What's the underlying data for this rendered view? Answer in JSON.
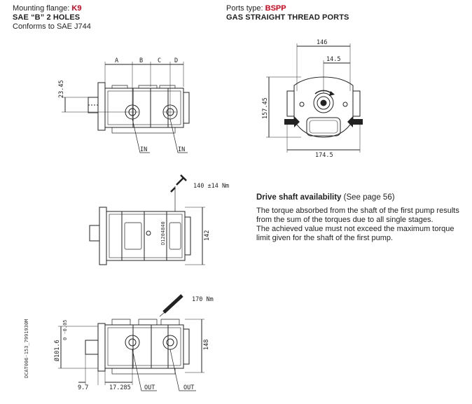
{
  "mounting": {
    "label": "Mounting flange:",
    "code": "K9",
    "flange": "SAE “B” 2 HOLES",
    "conforms": "Conforms to SAE J744"
  },
  "ports": {
    "label": "Ports type:",
    "code": "BSPP",
    "desc": "GAS STRAIGHT THREAD PORTS"
  },
  "drive": {
    "title": "Drive shaft availability",
    "see": "(See page 56)",
    "p1": "The torque absorbed from the shaft of the first pump results from the sum of the torques due to all single stages.",
    "p2": "The achieved value must not exceed the maximum torque limit given for the shaft of the first pump."
  },
  "diagram": {
    "dims_top": {
      "A": "A",
      "B": "B",
      "C": "C",
      "D": "D",
      "h": "23.45",
      "in1": "IN",
      "in2": "IN"
    },
    "dims_front": {
      "w146": "146",
      "w14_5": "14.5",
      "h157": "157.45",
      "w174": "174.5"
    },
    "dims_mid": {
      "torque": "140 ±14 Nm",
      "h142": "142",
      "tag": "D1204840"
    },
    "dims_bot": {
      "torque": "170 Nm",
      "h148": "148",
      "dia": "Ø101.6",
      "tol": "0 -0.05",
      "x9_7": "9.7",
      "x17": "17.285",
      "out1": "OUT",
      "out2": "OUT"
    },
    "drawing_code": "DCAT006-153_7991930M"
  },
  "colors": {
    "accent": "#d0021b",
    "line": "#222222"
  }
}
